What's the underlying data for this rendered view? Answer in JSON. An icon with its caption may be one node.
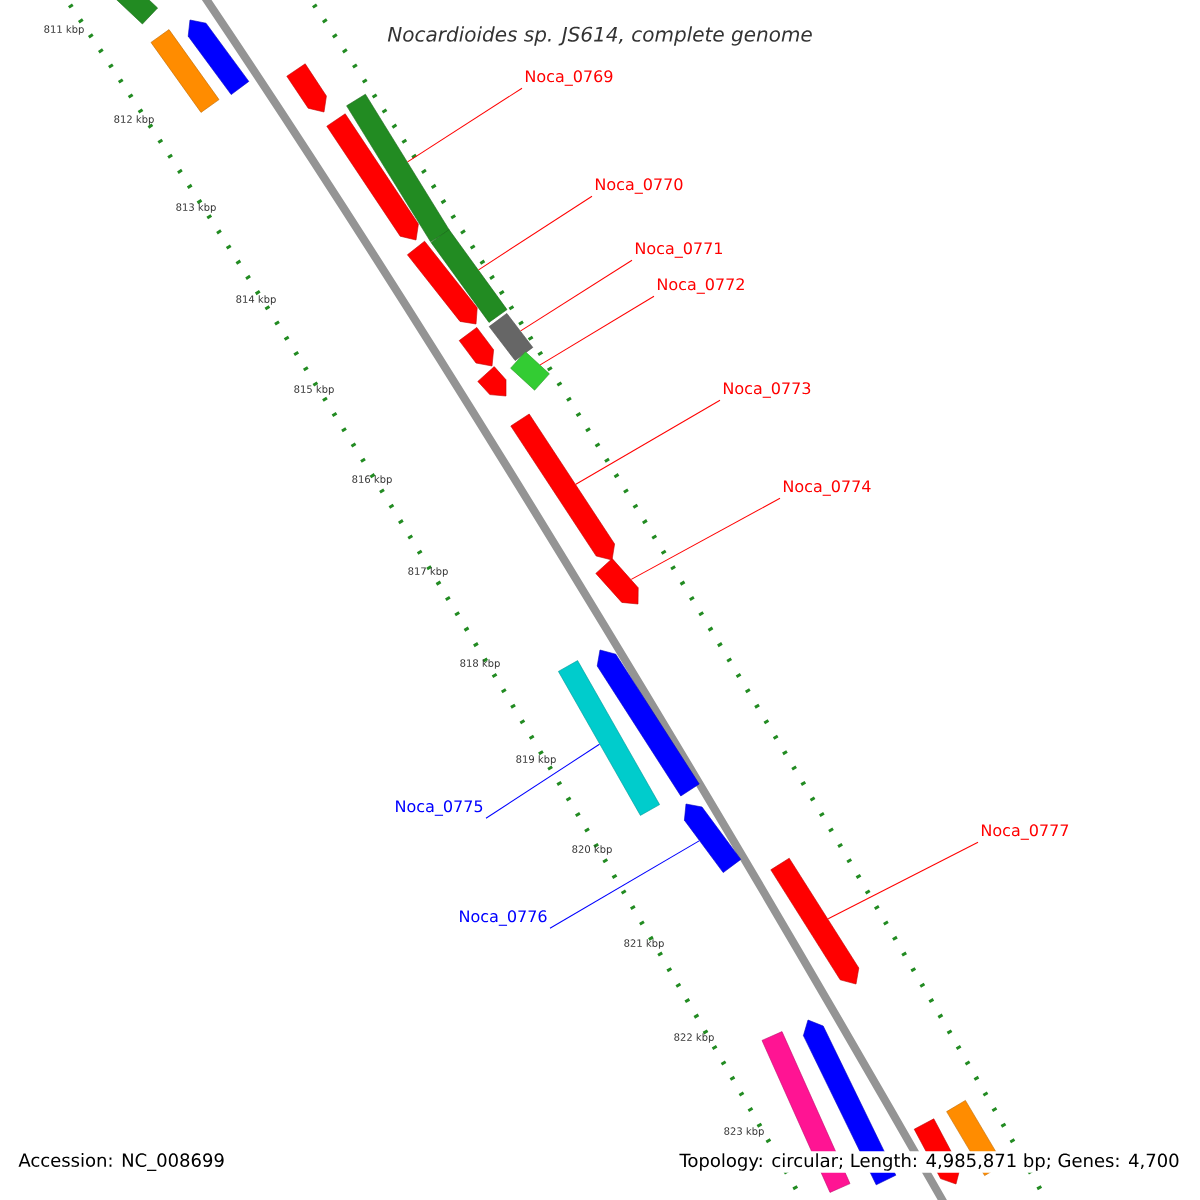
{
  "diagram": {
    "title": "Nocardioides sp. JS614, complete genome",
    "nodes": [
      {
        "text": [
          "Noca_0769"
        ]
      },
      {
        "text": [
          "Noca_0770"
        ]
      },
      {
        "text": [
          "Noca_0771"
        ]
      },
      {
        "text": [
          "Noca_0772"
        ]
      },
      {
        "text": [
          "Noca_0773"
        ]
      },
      {
        "text": [
          "Noca_0774"
        ]
      },
      {
        "text": [
          "Noca_0775"
        ]
      },
      {
        "text": [
          "Noca_0776"
        ]
      },
      {
        "text": [
          "Noca_0777"
        ]
      },
      {
        "text": [],
        "shape": "bar"
      },
      {
        "text": [],
        "shape": "bar"
      },
      {
        "text": [],
        "shape": "bar"
      },
      {
        "text": [],
        "shape": "bar"
      },
      {
        "text": [],
        "shape": "bar"
      },
      {
        "text": [],
        "shape": "bar"
      },
      {
        "text": [],
        "shape": "bar"
      },
      {
        "text": [],
        "shape": "bar"
      },
      {
        "text": [],
        "shape": "bar"
      },
      {
        "text": [],
        "shape": "bar"
      },
      {
        "text": [],
        "shape": "bar"
      },
      {
        "text": [],
        "shape": "bar"
      },
      {
        "text": [],
        "shape": "bar"
      },
      {
        "text": [],
        "shape": "bar"
      },
      {
        "text": [],
        "shape": "bar"
      },
      {
        "text": [],
        "shape": "bar"
      },
      {
        "text": [],
        "shape": "bar"
      },
      {
        "text": [],
        "shape": "bar"
      },
      {
        "text": [],
        "shape": "bar"
      },
      {
        "text": [],
        "shape": "bar"
      },
      {
        "text": [],
        "shape": "bar"
      },
      {
        "text": [],
        "shape": "bar"
      }
    ],
    "edges": [
      {
        "from": 0,
        "to": 13,
        "arrow": "none"
      },
      {
        "from": 1,
        "to": 15,
        "arrow": "none"
      },
      {
        "from": 2,
        "to": 17,
        "arrow": "none"
      },
      {
        "from": 3,
        "to": 19,
        "arrow": "none"
      },
      {
        "from": 4,
        "to": 21,
        "arrow": "none"
      },
      {
        "from": 5,
        "to": 22,
        "arrow": "none"
      },
      {
        "from": 6,
        "to": 24,
        "arrow": "none",
        "color": "#0000ff"
      },
      {
        "from": 7,
        "to": 25,
        "arrow": "none",
        "color": "#0000ff"
      },
      {
        "from": 8,
        "to": 26,
        "arrow": "none"
      }
    ],
    "labels": [
      "811 kbp",
      "812 kbp",
      "813 kbp",
      "814 kbp",
      "815 kbp",
      "816 kbp",
      "817 kbp",
      "818 kbp",
      "819 kbp",
      "820 kbp",
      "821 kbp",
      "822 kbp",
      "823 kbp",
      "Accession: NC_008699",
      "Topology: circular; Length: 4,985,871 bp; Genes: 4,700"
    ]
  }
}
